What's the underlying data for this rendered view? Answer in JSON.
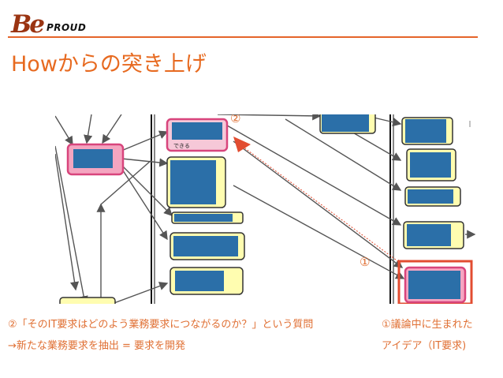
{
  "logo": {
    "mark": "Be",
    "word": "PROUD"
  },
  "slide": {
    "title": "Howからの突き上げ"
  },
  "diagram": {
    "markers": {
      "m1": "①",
      "m2": "②"
    },
    "node_text": {
      "dekiru": "できる"
    },
    "highlight_color": "#e24d31",
    "node_fill": "#2b6fa8",
    "pink_border": "#d8457c"
  },
  "captions": {
    "left_line1": "②「そのIT要求はどのよう業務要求につながるのか？」という質問",
    "left_line2": "→新たな業務要求を抽出 = 要求を開発",
    "right_line1": "①議論中に生まれた",
    "right_line2": "アイデア（IT要求)"
  }
}
